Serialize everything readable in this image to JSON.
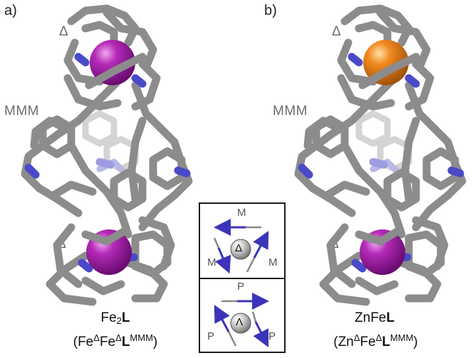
{
  "panels": [
    {
      "label": "a)",
      "top_center_label": "Δ",
      "helix_label": "MMM",
      "bottom_center_label": "Δ",
      "top_metal_color": "#a21aa6",
      "bottom_metal_color": "#a21aa6",
      "caption": {
        "formula_prefix": "Fe",
        "formula_sub": "2",
        "formula_bold": "L",
        "detail_open": "(",
        "detail_m1": "Fe",
        "detail_m1_sup": "Δ",
        "detail_m2": "Fe",
        "detail_m2_sup": "Δ",
        "detail_bold": "L",
        "detail_sup": "MMM",
        "detail_close": ")"
      }
    },
    {
      "label": "b)",
      "top_center_label": "Δ",
      "helix_label": "MMM",
      "bottom_center_label": "Δ",
      "top_metal_color": "#f08a1f",
      "bottom_metal_color": "#a21aa6",
      "caption": {
        "formula_prefix": "ZnFe",
        "formula_sub": "",
        "formula_bold": "L",
        "detail_open": "(",
        "detail_m1": "Zn",
        "detail_m1_sup": "Δ",
        "detail_m2": "Fe",
        "detail_m2_sup": "Δ",
        "detail_bold": "L",
        "detail_sup": "MMM",
        "detail_close": ")"
      }
    }
  ],
  "legend": {
    "top": {
      "center": "Δ",
      "label_top": "M",
      "label_left": "M",
      "label_right": "M"
    },
    "bottom": {
      "center": "Λ",
      "label_top": "P",
      "label_left": "P",
      "label_right": "P"
    },
    "arrow_color": "#3a35b8"
  },
  "colors": {
    "carbon": "#8c8c8c",
    "nitrogen": "#4a4ac8"
  }
}
